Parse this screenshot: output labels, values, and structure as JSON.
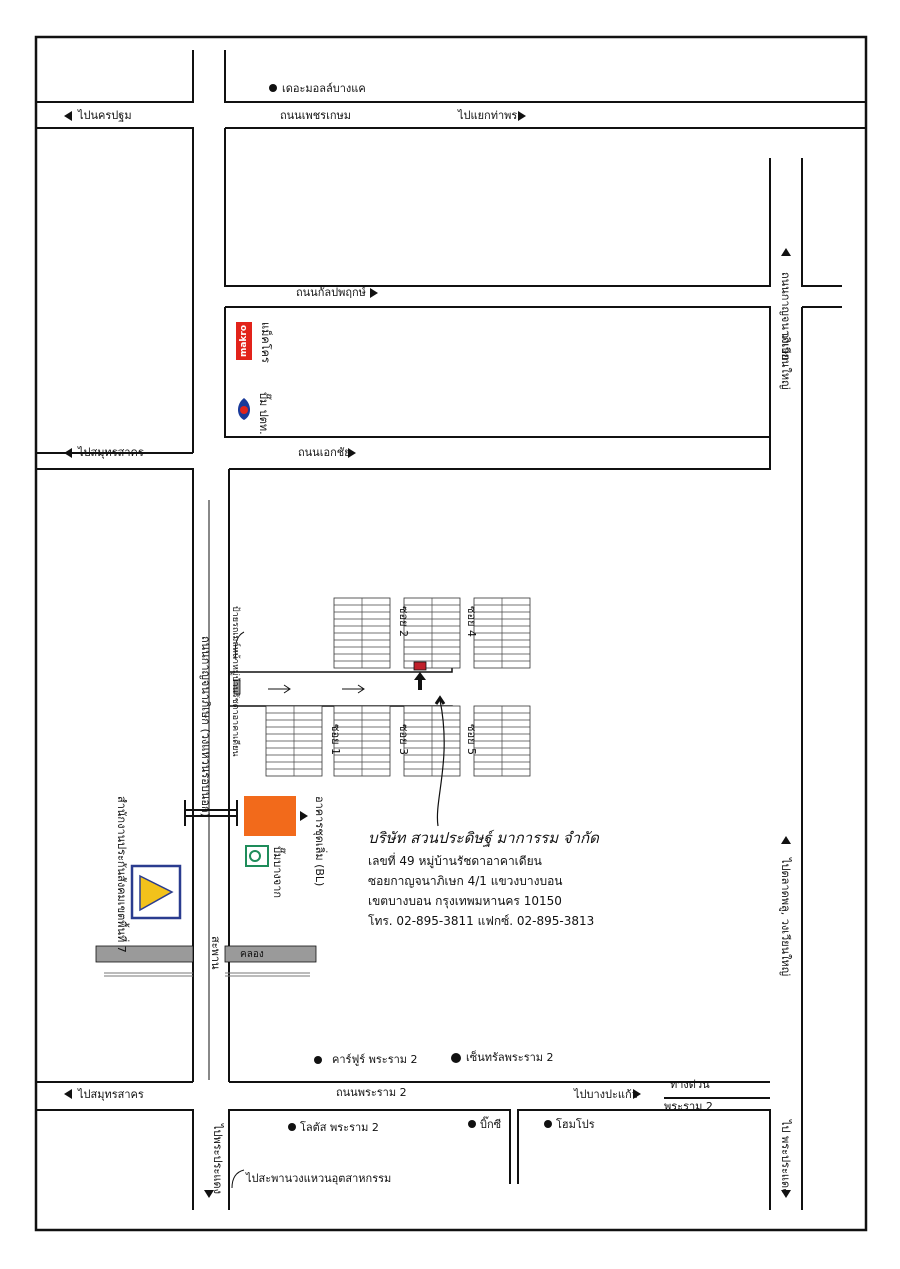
{
  "roads": {
    "to_nakhon_pathom": "ไปนครปฐม",
    "phetkasem": "ถนนเพชรเกษม",
    "to_tha_phra": "ไปแยกท่าพระ",
    "kanlapaphruek": "ถนนกัลปพฤกษ์",
    "to_samut_sakhon_1": "ไปสมุทรสาคร",
    "ekkachai": "ถนนเอกชัย",
    "kanchanaphisek": "ถนนกาญจนาภิเษก (วงแหวนรอบนอก)",
    "kanlapaphruek_right": "ถนนกาญจนาภิเษก",
    "wongwian_yai_top": "วงเวียนใหญ่",
    "to_talad_phlu": "ไปตลาดพลู, วงเวียนใหญ่",
    "rama2": "ถนนพระราม 2",
    "to_samut_sakhon_2": "ไปสมุทรสาคร",
    "to_bang_kaeo": "ไปบางปะแก้ว",
    "expressway": "ทางด่วน",
    "expressway_rama2": "พระราม 2",
    "to_phra_pradaeng_left": "ไปพระประแดง",
    "to_phra_pradaeng_right": "ไป พระประแดง",
    "to_industrial_ring": "ไปสะพานวงแหวนอุตสาหกรรม"
  },
  "landmarks": {
    "the_mall": "เดอะมอลล์บางแค",
    "makro": "แม็คโคร",
    "makro_logo": "makro",
    "ptt": "ปั๊ม ปตท.",
    "bus_stop": "ป้ายรถเมล์หน้าหมู่บ้านรัชดาอาคาเดียน",
    "building": "อาคารชุดเลิ่ม (BL)",
    "bangchak": "ปั๊มบางจาก",
    "revenue_office": "สำนักงานประกันสังคมเขตพื้นที่ 7",
    "canal": "คลอง",
    "bridge": "สะพาน",
    "carrefour": "คาร์ฟูร์ พระราม 2",
    "central": "เซ็นทรัลพระราม 2",
    "lotus": "โลตัส พระราม 2",
    "big_c": "บิ๊กซี",
    "homepro": "โฮมโปร"
  },
  "sois": [
    "ซอย 1",
    "ซอย 2",
    "ซอย 3",
    "ซอย 4",
    "ซอย 5"
  ],
  "company": {
    "name": "บริษัท สวนประดิษฐ์ มาการรม จำกัด",
    "address1": "เลขที่ 49 หมู่บ้านรัชดาอาคาเดียน",
    "address2": "ซอยกาญจนาภิเษก 4/1 แขวงบางบอน",
    "address3": "เขตบางบอน กรุงเทพมหานคร 10150",
    "phone": "โทร. 02-895-3811  แฟกซ์. 02-895-3813"
  },
  "colors": {
    "target": "#c0202a",
    "building": "#f26a1b",
    "makro": "#e2231a",
    "canal": "#9a9a9a",
    "bangchak": "#1e8c5a",
    "revenue_blue": "#2a3c8f",
    "revenue_yellow": "#f2c21b"
  }
}
